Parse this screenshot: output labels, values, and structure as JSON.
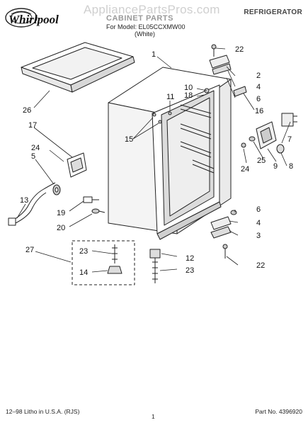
{
  "header": {
    "watermark": "AppliancePartsPros.com",
    "title": "CABINET PARTS",
    "model_line": "For Model: EL05CCXMW00",
    "color_line": "(White)",
    "category": "REFRIGERATOR"
  },
  "logo": {
    "brand": "Whirlpool"
  },
  "callouts": [
    "1",
    "2",
    "3",
    "4",
    "5",
    "6",
    "7",
    "8",
    "9",
    "10",
    "11",
    "12",
    "13",
    "14",
    "15",
    "16",
    "17",
    "18",
    "19",
    "20",
    "22",
    "23",
    "24",
    "25",
    "26",
    "27"
  ],
  "footer": {
    "left": "12–98 Litho in U.S.A. (RJS)",
    "center": "1",
    "right": "Part No. 4396920"
  },
  "colors": {
    "line": "#222222",
    "watermark": "#cfcfcf",
    "title": "#9a9a9a"
  }
}
